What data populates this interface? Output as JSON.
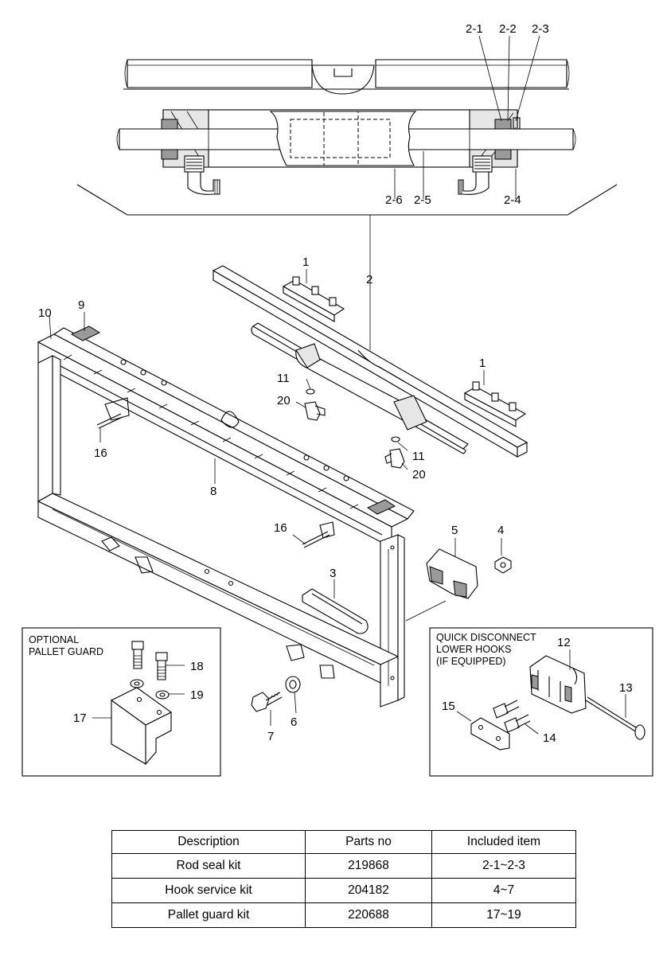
{
  "callouts": {
    "c2_1": "2-1",
    "c2_2": "2-2",
    "c2_3": "2-3",
    "c2_4": "2-4",
    "c2_5": "2-5",
    "c2_6": "2-6",
    "c1a": "1",
    "c1b": "1",
    "c2": "2",
    "c3": "3",
    "c4": "4",
    "c5": "5",
    "c6": "6",
    "c7": "7",
    "c8": "8",
    "c9": "9",
    "c10": "10",
    "c11a": "11",
    "c11b": "11",
    "c12": "12",
    "c13": "13",
    "c14": "14",
    "c15": "15",
    "c16a": "16",
    "c16b": "16",
    "c17": "17",
    "c18": "18",
    "c19": "19",
    "c20a": "20",
    "c20b": "20"
  },
  "pallet_guard_box": {
    "line1": "OPTIONAL",
    "line2": "PALLET GUARD"
  },
  "quick_disconnect_box": {
    "line1": "QUICK DISCONNECT",
    "line2": "LOWER HOOKS",
    "line3": "(IF EQUIPPED)"
  },
  "kit_table": {
    "headers": [
      "Description",
      "Parts no",
      "Included item"
    ],
    "rows": [
      [
        "Rod seal kit",
        "219868",
        "2-1~2-3"
      ],
      [
        "Hook service kit",
        "204182",
        "4~7"
      ],
      [
        "Pallet guard kit",
        "220688",
        "17~19"
      ]
    ]
  }
}
